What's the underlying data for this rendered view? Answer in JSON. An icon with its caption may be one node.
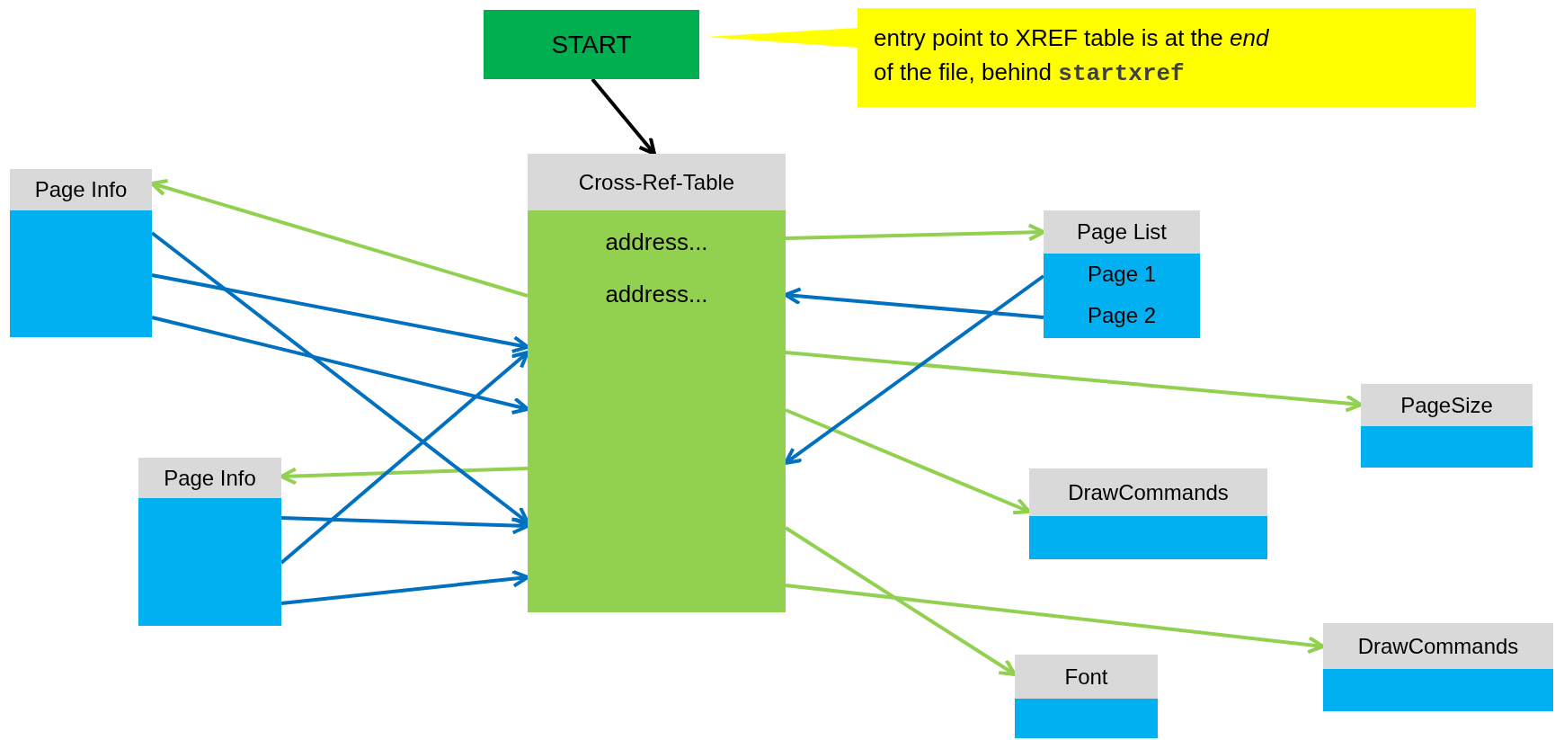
{
  "diagram": {
    "nodes": [
      {
        "text": [
          "START"
        ]
      },
      {
        "text": [
          "entry point to XREF table is at the *end* of the file, behind",
          "startxref"
        ]
      },
      {
        "text": [
          "Page Info"
        ]
      },
      {
        "text": [
          "Cross-Ref-Table",
          "address...",
          "address..."
        ]
      },
      {
        "text": [
          "Page List",
          "Page 1",
          "Page 2"
        ]
      },
      {
        "text": [
          "PageSize"
        ]
      },
      {
        "text": [
          "Page Info"
        ]
      },
      {
        "text": [
          "DrawCommands"
        ]
      },
      {
        "text": [
          "Font"
        ]
      },
      {
        "text": [
          "DrawCommands"
        ]
      }
    ],
    "edges": [
      {
        "from": 0,
        "to": 3,
        "arrow": "to",
        "color": "#000000"
      },
      {
        "from": 3,
        "to": 2,
        "arrow": "to",
        "color": "#92d050"
      },
      {
        "from": 3,
        "to": 4,
        "arrow": "to",
        "color": "#92d050"
      },
      {
        "from": 3,
        "to": 5,
        "arrow": "to",
        "color": "#92d050"
      },
      {
        "from": 3,
        "to": 6,
        "arrow": "to",
        "color": "#92d050"
      },
      {
        "from": 3,
        "to": 7,
        "arrow": "to",
        "color": "#92d050"
      },
      {
        "from": 3,
        "to": 8,
        "arrow": "to",
        "color": "#92d050"
      },
      {
        "from": 3,
        "to": 9,
        "arrow": "to",
        "color": "#92d050"
      },
      {
        "from": 2,
        "to": 3,
        "arrow": "to"
      },
      {
        "from": 2,
        "to": 3,
        "arrow": "to"
      },
      {
        "from": 2,
        "to": 3,
        "arrow": "to"
      },
      {
        "from": 6,
        "to": 3,
        "arrow": "to"
      },
      {
        "from": 6,
        "to": 3,
        "arrow": "to"
      },
      {
        "from": 6,
        "to": 3,
        "arrow": "to"
      },
      {
        "from": 4,
        "to": 3,
        "arrow": "to"
      },
      {
        "from": 4,
        "to": 3,
        "arrow": "to"
      }
    ]
  }
}
